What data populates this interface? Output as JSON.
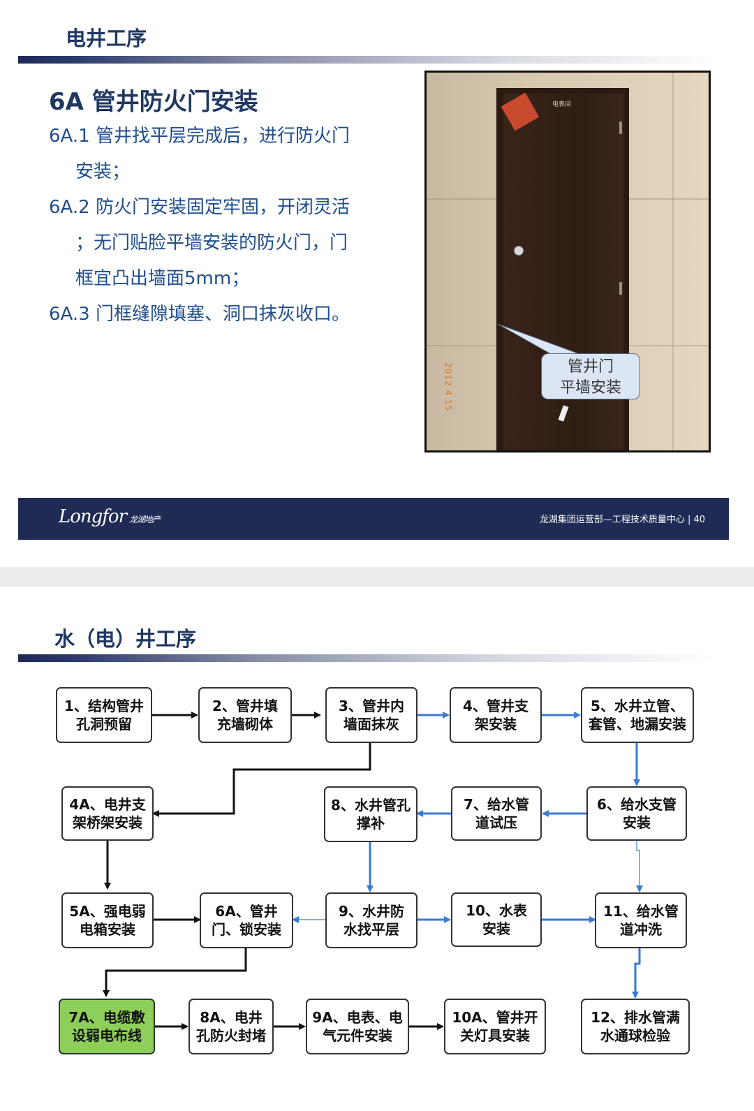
{
  "slide1": {
    "title": "电井工序",
    "section_head": "6A 管井防火门安装",
    "bullets": [
      "6A.1 管井找平层完成后，进行防火门",
      "安装；",
      "6A.2 防火门安装固定牢固，开闭灵活",
      "；无门贴脸平墙安装的防火门，门",
      "框宜凸出墙面5mm；",
      "6A.3 门框缝隙填塞、洞口抹灰收口。"
    ],
    "photo": {
      "door_sign": "电表间",
      "datestamp": "2012 4 15",
      "callout_line1": "管井门",
      "callout_line2": "平墙安装"
    },
    "footer": {
      "logo": "Longfor",
      "logo_cn": "龙湖地产",
      "text": "龙湖集团运营部—工程技术质量中心 | 40"
    }
  },
  "slide2": {
    "title": "水（电）井工序",
    "steps": {
      "s1": "1、结构管井\n孔洞预留",
      "s2": "2、管井填\n充墙砌体",
      "s3": "3、管井内\n墙面抹灰",
      "s4": "4、管井支\n架安装",
      "s5": "5、水井立管、\n套管、地漏安装",
      "s4a": "4A、电井支\n架桥架安装",
      "s8": "8、水井管孔\n撑补",
      "s7": "7、给水管\n道试压",
      "s6": "6、给水支管\n安装",
      "s5a": "5A、强电弱\n电箱安装",
      "s6a": "6A、管井\n门、锁安装",
      "s9": "9、水井防\n水找平层",
      "s10": "10、水表\n安装",
      "s11": "11、给水管\n道冲洗",
      "s7a": "7A、电缆敷\n设弱电布线",
      "s8a": "8A、电井\n孔防火封堵",
      "s9a": "9A、电表、电\n气元件安装",
      "s10a": "10A、管井开\n关灯具安装",
      "s12": "12、排水管满\n水通球检验"
    },
    "colors": {
      "electric_flow": "#111111",
      "water_flow": "#3a7bd5",
      "highlight": "#8ecf5a"
    }
  }
}
